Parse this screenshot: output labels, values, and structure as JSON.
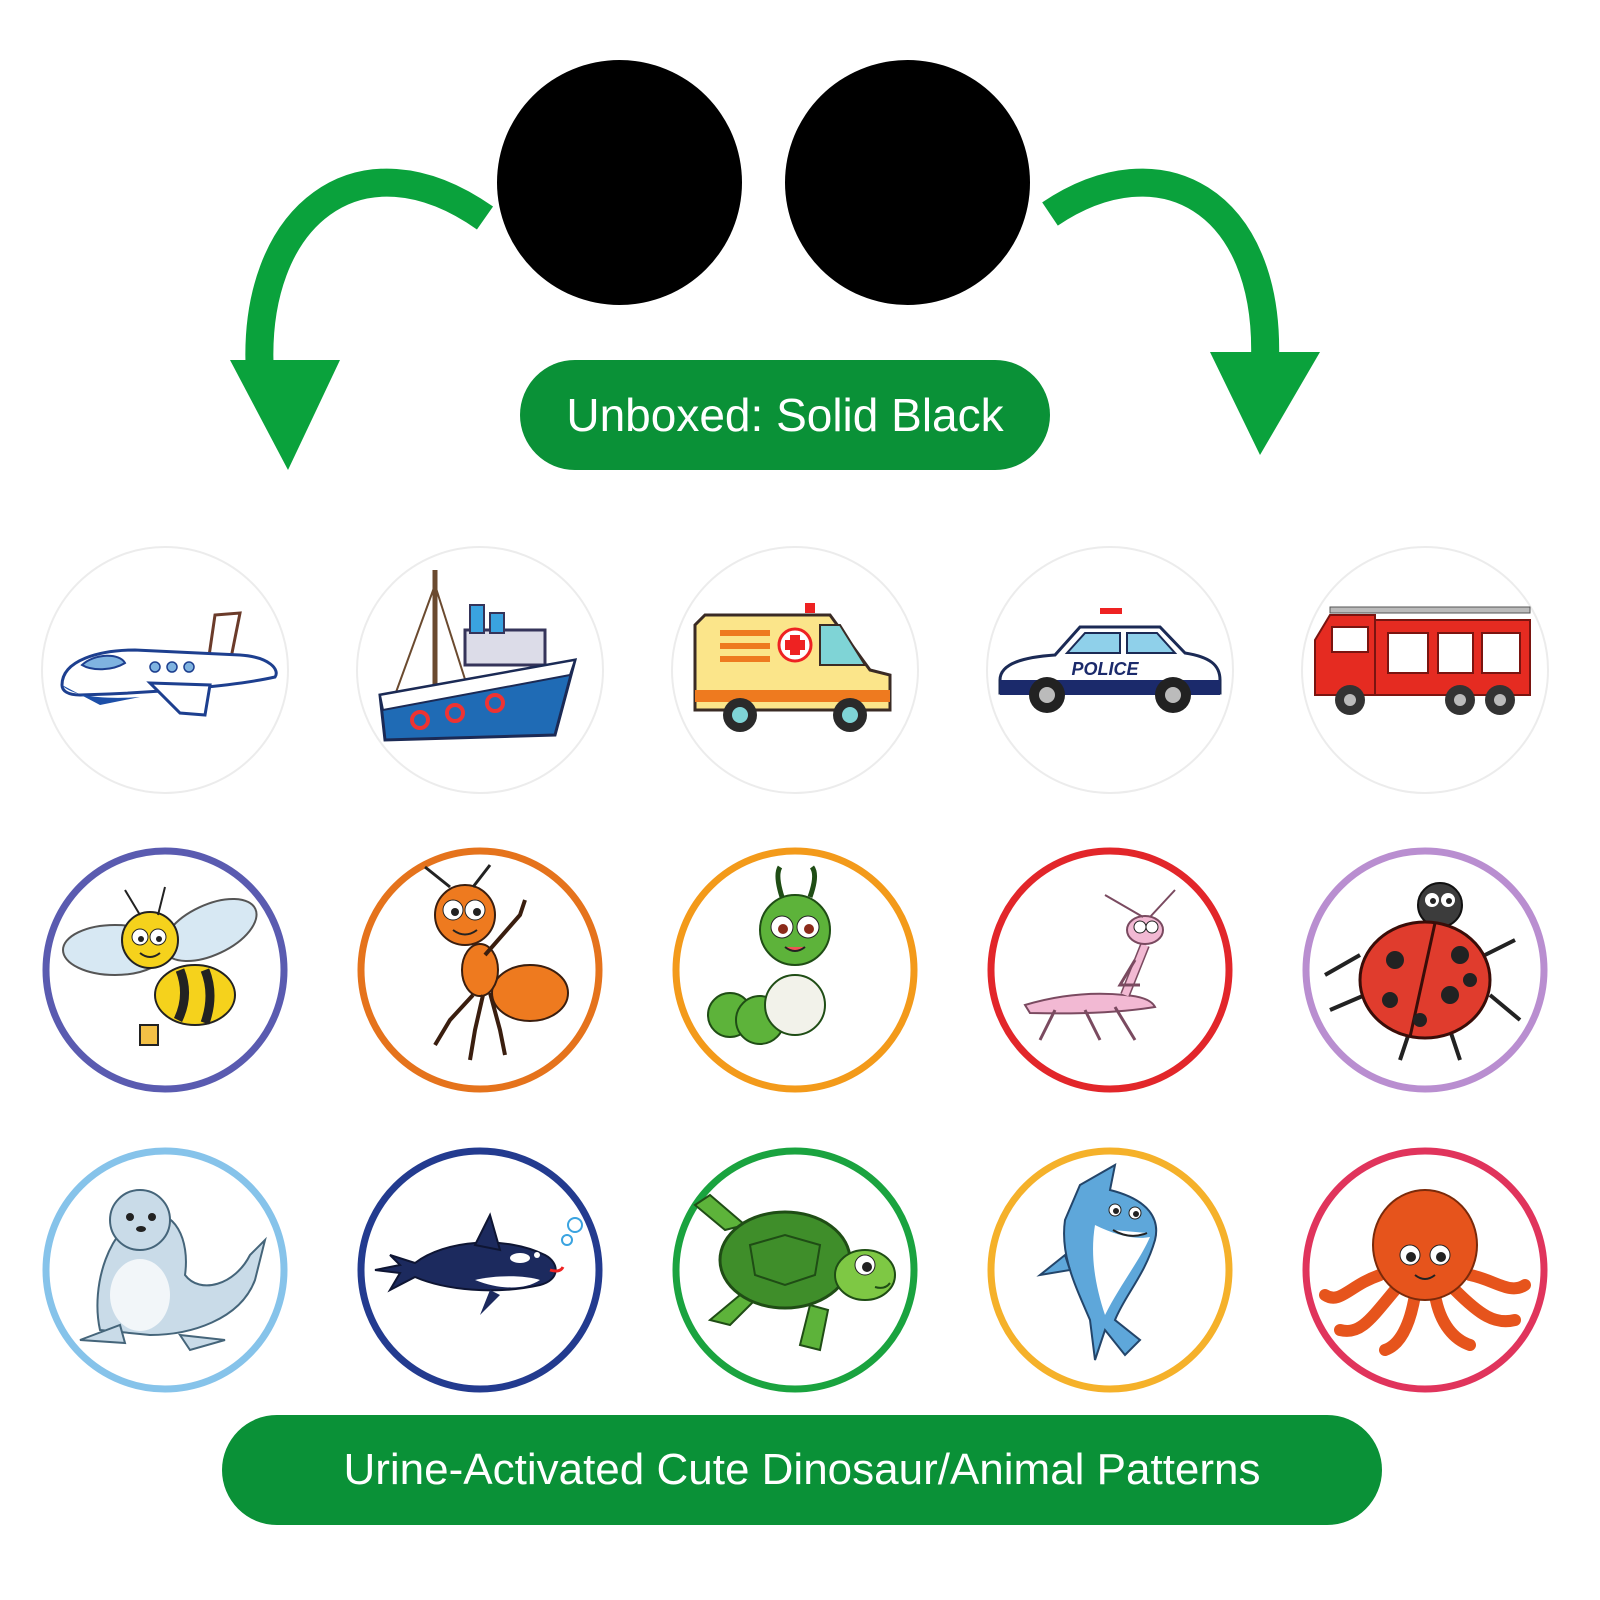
{
  "top_label": "Unboxed: Solid Black",
  "bottom_label": "Urine-Activated Cute Dinosaur/Animal Patterns",
  "colors": {
    "banner_green": "#0a9137",
    "arrow_green": "#0aa23c",
    "black": "#000000"
  },
  "rows": [
    {
      "stickers": [
        {
          "icon": "airplane-icon"
        },
        {
          "icon": "ship-icon"
        },
        {
          "icon": "ambulance-icon"
        },
        {
          "icon": "police-car-icon",
          "text": "POLICE"
        },
        {
          "icon": "fire-truck-icon"
        }
      ]
    },
    {
      "stickers": [
        {
          "icon": "bee-icon",
          "ring": "#5a5bb0"
        },
        {
          "icon": "ant-icon",
          "ring": "#e5731c"
        },
        {
          "icon": "caterpillar-icon",
          "ring": "#f39a1a"
        },
        {
          "icon": "mantis-icon",
          "ring": "#e2262a"
        },
        {
          "icon": "ladybug-icon",
          "ring": "#b98ed0"
        }
      ]
    },
    {
      "stickers": [
        {
          "icon": "seal-icon",
          "ring": "#86c3ea"
        },
        {
          "icon": "orca-icon",
          "ring": "#233b8f"
        },
        {
          "icon": "turtle-icon",
          "ring": "#1aa33f"
        },
        {
          "icon": "shark-icon",
          "ring": "#f5b12a"
        },
        {
          "icon": "octopus-icon",
          "ring": "#e0345c"
        }
      ]
    }
  ]
}
